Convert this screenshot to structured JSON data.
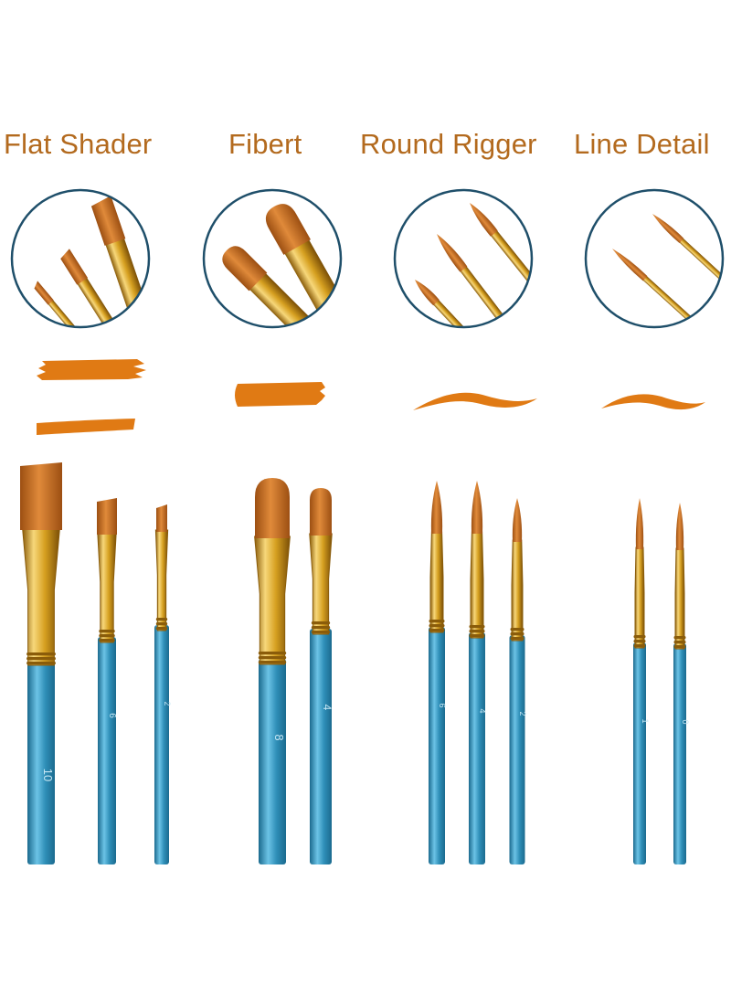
{
  "categories": [
    {
      "name": "Flat Shader",
      "brush_sizes": [
        "10",
        "6",
        "2"
      ]
    },
    {
      "name": "Fibert",
      "brush_sizes": [
        "8",
        "4"
      ]
    },
    {
      "name": "Round Rigger",
      "brush_sizes": [
        "6",
        "4",
        "2"
      ]
    },
    {
      "name": "Line Detail",
      "brush_sizes": [
        "1",
        "0"
      ]
    }
  ],
  "colors": {
    "handle": "#2f8fb8",
    "handle_light": "#6cc3e6",
    "handle_dark": "#1b6a8e",
    "ferrule": "#d6a020",
    "ferrule_light": "#f7d77a",
    "ferrule_dark": "#8a5c0a",
    "bristle": "#d2772a",
    "bristle_dark": "#9c4f12",
    "stroke_paint": "#e07a14",
    "circle_border": "#1f4f6a",
    "label_text": "#b36a1e"
  }
}
